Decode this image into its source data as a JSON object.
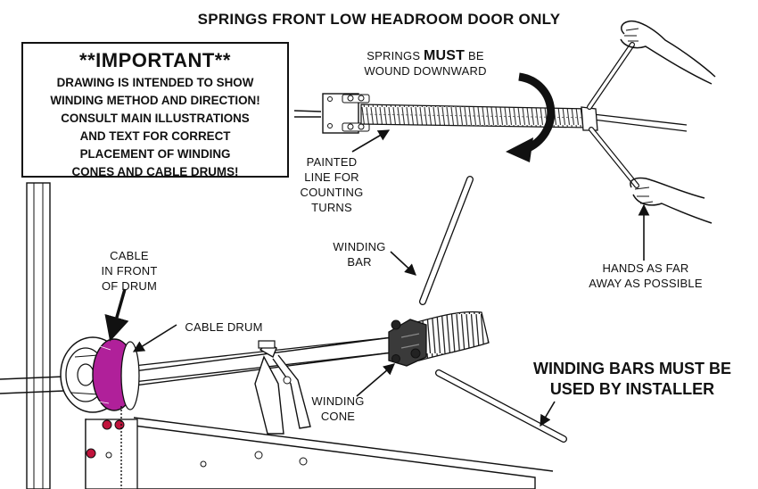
{
  "title": "SPRINGS FRONT LOW HEADROOM DOOR ONLY",
  "important": {
    "heading": "**IMPORTANT**",
    "lines": [
      "DRAWING IS INTENDED TO SHOW",
      "WINDING METHOD AND DIRECTION!",
      "CONSULT MAIN ILLUSTRATIONS",
      "AND TEXT FOR CORRECT",
      "PLACEMENT OF WINDING",
      "CONES AND CABLE DRUMS!"
    ]
  },
  "labels": {
    "springs_pre": "SPRINGS",
    "springs_must": "MUST",
    "springs_post": "BE",
    "springs_line2": "WOUND DOWNWARD",
    "painted": [
      "PAINTED",
      "LINE FOR",
      "COUNTING",
      "TURNS"
    ],
    "winding_bar": [
      "WINDING",
      "BAR"
    ],
    "hands": [
      "HANDS AS FAR",
      "AWAY AS POSSIBLE"
    ],
    "cable_front": [
      "CABLE",
      "IN FRONT",
      "OF DRUM"
    ],
    "cable_drum": "CABLE DRUM",
    "winding_cone": [
      "WINDING",
      "CONE"
    ],
    "installer": [
      "WINDING BARS MUST BE",
      "USED BY INSTALLER"
    ]
  },
  "colors": {
    "line": "#111111",
    "cable_highlight": "#b0209a",
    "red_bolt": "#c0143c"
  }
}
